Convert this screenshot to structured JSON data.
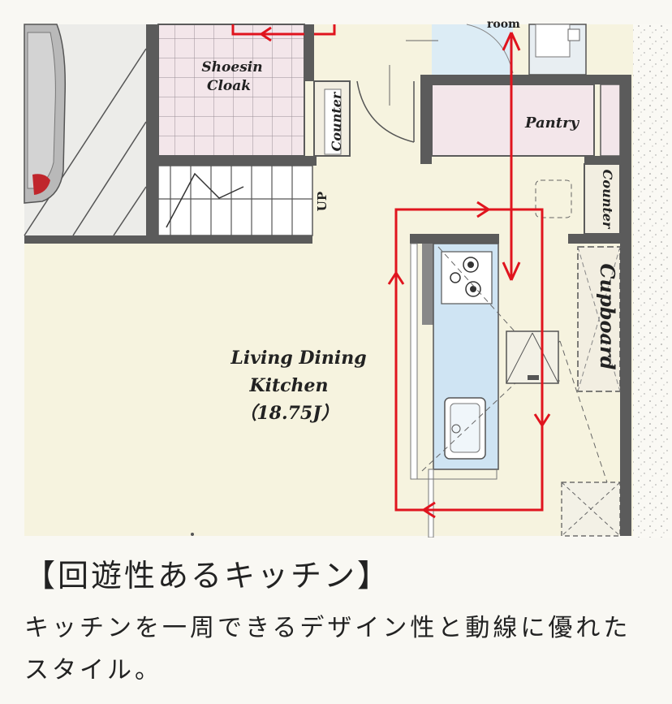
{
  "floor_plan": {
    "rooms": {
      "shoes_in_cloak": [
        "Shoesin",
        "Cloak"
      ],
      "pantry": "Pantry",
      "counter_left": "Counter",
      "counter_right": "Counter",
      "cupboard": "Cupboard",
      "stairs": "UP",
      "room_top": "room",
      "ldk": [
        "Living Dining",
        "Kitchen",
        "（18.75J）"
      ]
    },
    "colors": {
      "wall": "#5b5b5b",
      "floor": "#f6f3df",
      "tile_room": "#f3e6ea",
      "bath": "#dcecf5",
      "arrow": "#e0141e",
      "kitchen_counter": "#cfe4f3"
    }
  },
  "caption": {
    "title": "【回遊性あるキッチン】",
    "body": "キッチンを一周できるデザイン性と動線に優れたスタイル。"
  }
}
